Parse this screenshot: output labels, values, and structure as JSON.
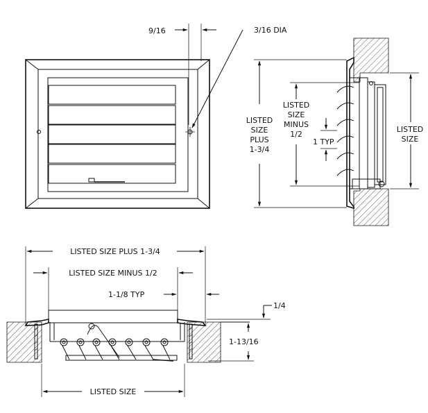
{
  "front_view": {
    "dim_top": "9/16",
    "dim_hole": "3/16 DIA"
  },
  "side_view": {
    "label_plus_1": "LISTED",
    "label_plus_2": "SIZE",
    "label_plus_3": "PLUS",
    "label_plus_4": "1-3/4",
    "label_minus_1": "LISTED",
    "label_minus_2": "SIZE",
    "label_minus_3": "MINUS",
    "label_minus_4": "1/2",
    "label_typ": "1 TYP",
    "label_size_1": "LISTED",
    "label_size_2": "SIZE"
  },
  "section_view": {
    "dim_plus": "LISTED SIZE PLUS 1-3/4",
    "dim_minus": "LISTED SIZE MINUS 1/2",
    "dim_typ": "1-1/8 TYP",
    "dim_quarter": "1/4",
    "dim_depth": "1-13/16",
    "dim_listed": "LISTED SIZE"
  }
}
